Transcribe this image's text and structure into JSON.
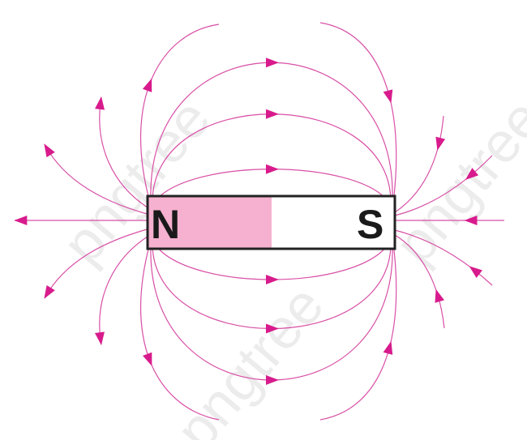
{
  "magnet": {
    "north_label": "N",
    "south_label": "S",
    "north_color": "#f5b1cf",
    "south_color": "#ffffff",
    "border_color": "#222222"
  },
  "field_lines": {
    "line_color": "#d84fa6",
    "arrow_color": "#d81b8c"
  },
  "watermark": "pngtree"
}
